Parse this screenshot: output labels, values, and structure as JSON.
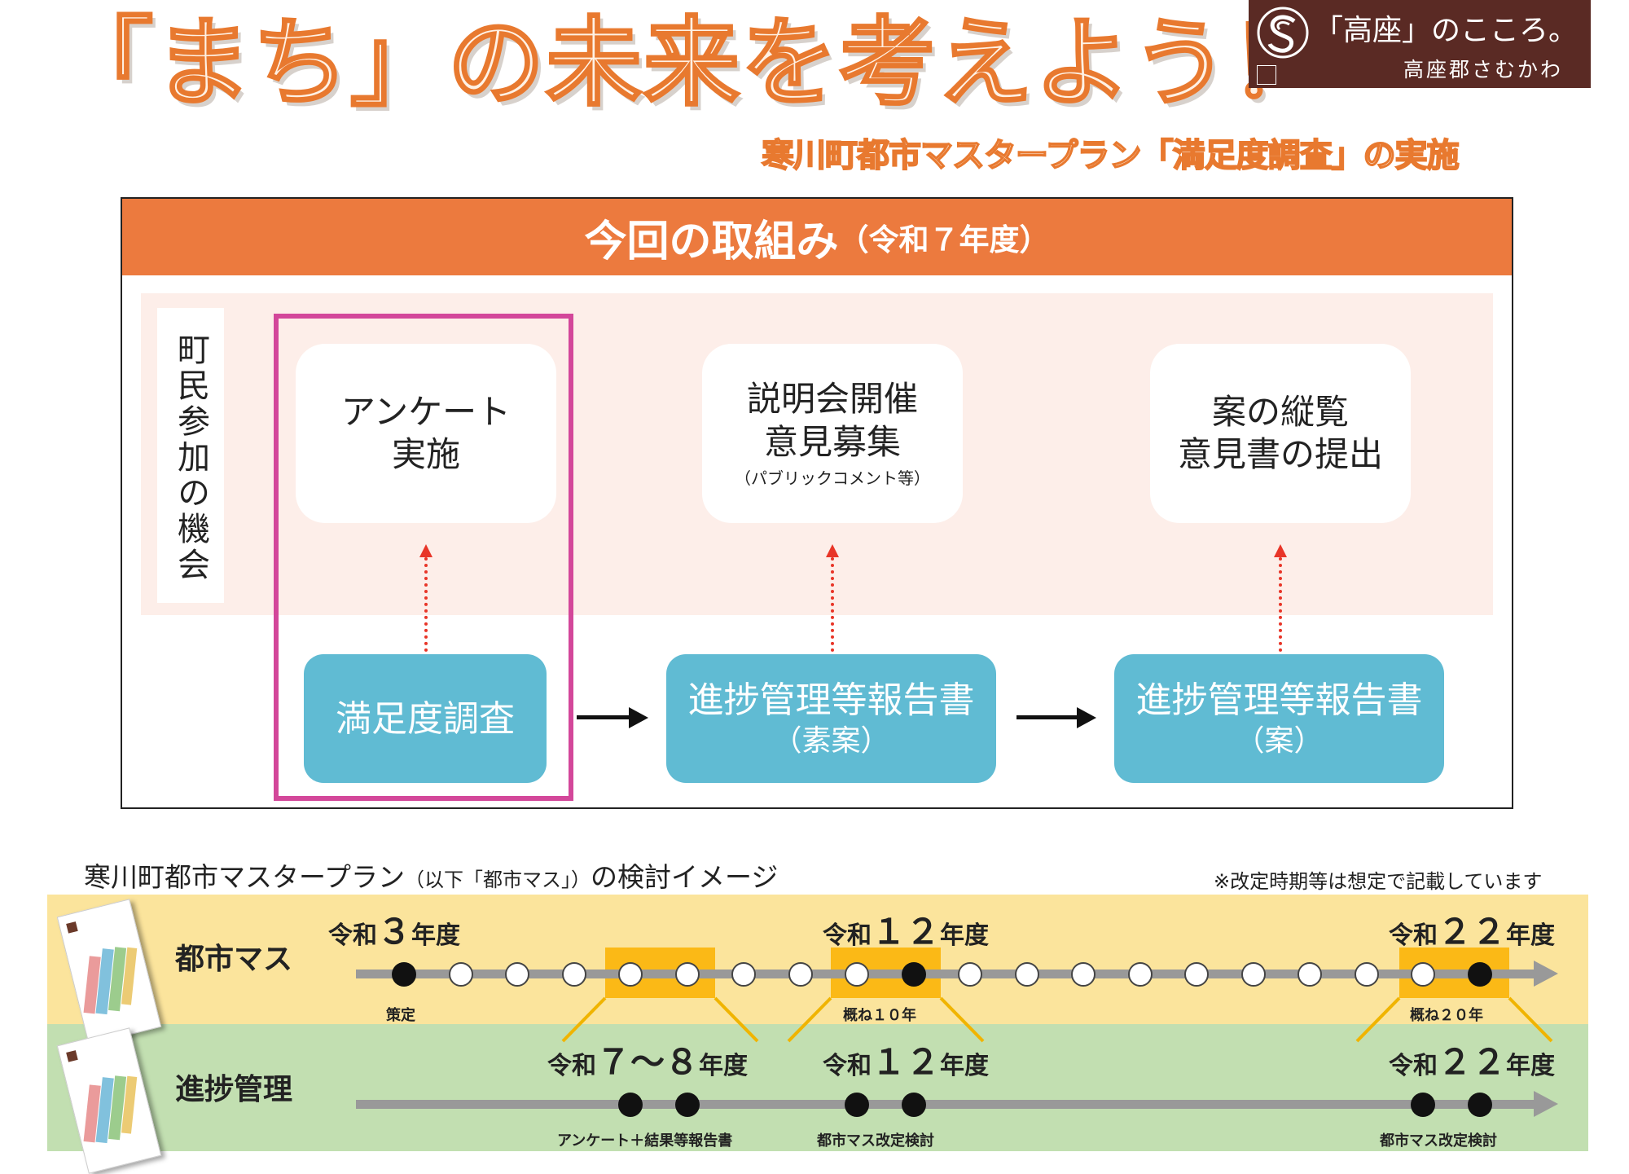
{
  "header": {
    "title": "「まち」の未来を考えよう！",
    "subtitle": "寒川町都市マスタープラン「満足度調査」の実施",
    "logo_line1": "「高座」のこころ。",
    "logo_line2": "高座郡さむかわ"
  },
  "panel": {
    "heading": "今回の取組み",
    "heading_year": "（令和７年度）",
    "side_label": "町民参加の機会",
    "participation": [
      {
        "line1": "アンケート",
        "line2": "実施",
        "note": ""
      },
      {
        "line1": "説明会開催",
        "line2": "意見募集",
        "note": "（パブリックコメント等）"
      },
      {
        "line1": "案の縦覧",
        "line2": "意見書の提出",
        "note": ""
      }
    ],
    "process": [
      {
        "line1": "満足度調査",
        "line2": ""
      },
      {
        "line1": "進捗管理等報告書",
        "line2": "（素案）"
      },
      {
        "line1": "進捗管理等報告書",
        "line2": "（案）"
      }
    ]
  },
  "timeline": {
    "title": "寒川町都市マスタープラン",
    "title_small": "（以下「都市マス」）",
    "title_end": "の検討イメージ",
    "note": "※改定時期等は想定で記載しています",
    "row1": {
      "label": "都市マス",
      "years": [
        {
          "pre": "令和",
          "num": "３",
          "post": "年度"
        },
        {
          "pre": "令和",
          "num": "１２",
          "post": "年度"
        },
        {
          "pre": "令和",
          "num": "２２",
          "post": "年度"
        }
      ],
      "labels": [
        "策定",
        "概ね１０年",
        "概ね２０年"
      ]
    },
    "row2": {
      "label": "進捗管理",
      "years": [
        {
          "pre": "令和",
          "num": "７～８",
          "post": "年度"
        },
        {
          "pre": "令和",
          "num": "１２",
          "post": "年度"
        },
        {
          "pre": "令和",
          "num": "２２",
          "post": "年度"
        }
      ],
      "labels": [
        "アンケート＋結果等報告書",
        "都市マス改定検討",
        "都市マス改定検討"
      ]
    }
  },
  "colors": {
    "accent_orange": "#ec7a3e",
    "process_blue": "#60bbd3",
    "highlight_magenta": "#d3479a",
    "timeline_highlight": "#fbb916"
  }
}
